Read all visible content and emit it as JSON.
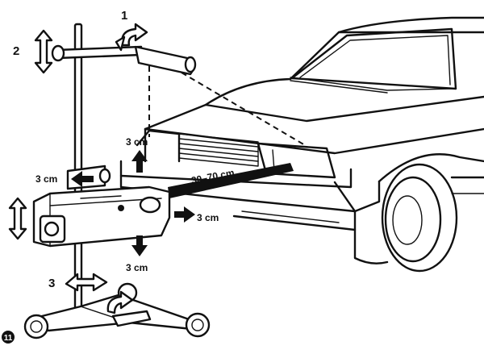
{
  "figure_number": "11",
  "labels": {
    "step1": "1",
    "step2": "2",
    "step3": "3",
    "offset_up": "3 cm",
    "offset_left": "3 cm",
    "offset_right": "3 cm",
    "offset_down": "3 cm",
    "distance": "30–70 cm"
  }
}
